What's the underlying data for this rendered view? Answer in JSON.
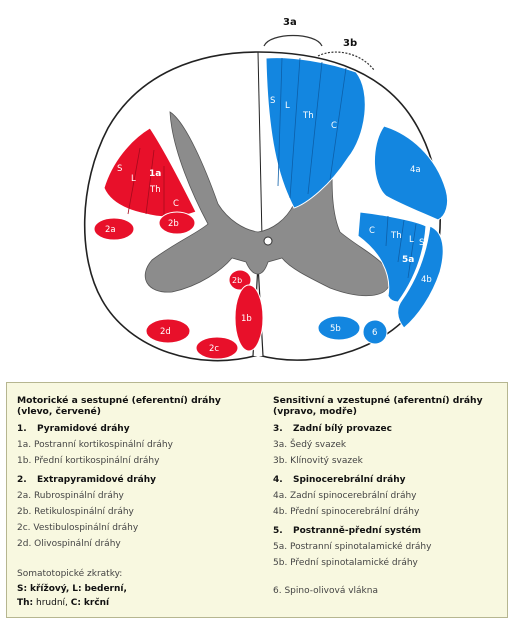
{
  "diagram": {
    "top_labels": {
      "l3a": "3a",
      "l3b": "3b"
    },
    "red_left": {
      "s": "S",
      "l": "L",
      "id": "1a",
      "th": "Th",
      "c": "C"
    },
    "red_small": [
      "2a",
      "2b",
      "2b",
      "1b",
      "2d",
      "2c"
    ],
    "blue_top": {
      "s": "S",
      "l": "L",
      "th": "Th",
      "c": "C"
    },
    "blue_right": {
      "c": "C",
      "th": "Th",
      "l": "L",
      "s": "S",
      "id": "5a"
    },
    "blue_small": [
      "4a",
      "4b",
      "5b",
      "6"
    ]
  },
  "legend": {
    "left": {
      "heading_line1": "Motorické a sestupné (eferentní) dráhy",
      "heading_line2": "(vlevo, červené)",
      "g1_num": "1.",
      "g1_title": "Pyramidové dráhy",
      "i1a": "1a. Postranní kortikospinální dráhy",
      "i1b": "1b. Přední kortikospinální dráhy",
      "g2_num": "2.",
      "g2_title": "Extrapyramidové dráhy",
      "i2a": "2a. Rubrospinální dráhy",
      "i2b": "2b. Retikulospinální dráhy",
      "i2c": "2c. Vestibulospinální dráhy",
      "i2d": "2d. Olivospinální dráhy",
      "note": "Somatotopické zkratky:",
      "abbr1_key1": "S:",
      "abbr1_val1": "křížový,",
      "abbr1_key2": "L:",
      "abbr1_val2": "bederní,",
      "abbr2_key1": "Th:",
      "abbr2_val1": "hrudní,",
      "abbr2_key2": "C:",
      "abbr2_val2": "krční"
    },
    "right": {
      "heading_line1": "Sensitivní a vzestupné (aferentní) dráhy",
      "heading_line2": "(vpravo, modře)",
      "g3_num": "3.",
      "g3_title": "Zadní bílý provazec",
      "i3a": "3a. Šedý svazek",
      "i3b": "3b. Klínovitý svazek",
      "g4_num": "4.",
      "g4_title": "Spinocerebrální dráhy",
      "i4a": "4a. Zadní spinocerebrální dráhy",
      "i4b": "4b. Přední spinocerebrální dráhy",
      "g5_num": "5.",
      "g5_title": "Postranně-přední systém",
      "i5a": "5a. Postranní spinotalamické dráhy",
      "i5b": "5b. Přední spinotalamické dráhy",
      "i6": "6. Spino-olivová vlákna"
    }
  },
  "colors": {
    "motor_red": "#e8102a",
    "sensory_blue": "#1386e0",
    "gray_matter": "#8c8c8c",
    "legend_bg": "#f8f8e0"
  }
}
